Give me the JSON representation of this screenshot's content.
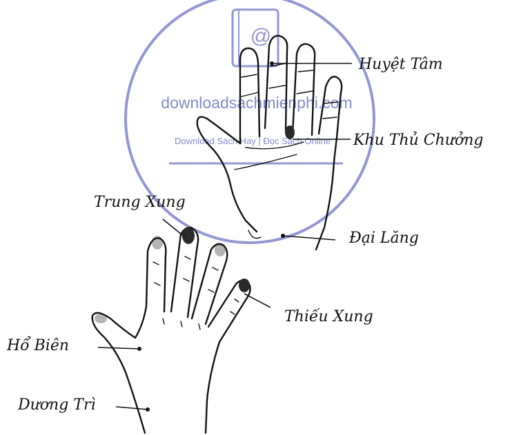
{
  "labels": {
    "huyet_tam": "Huyệt Tâm",
    "khu_thu_chuong": "Khu Thủ Chưởng",
    "trung_xung": "Trung Xung",
    "dai_lang": "Đại Lăng",
    "thieu_xung": "Thiếu Xung",
    "ho_bien": "Hổ Biên",
    "duong_tri": "Dương Trì"
  },
  "watermark": {
    "site": "downloadsachmienphi.com",
    "tagline": "Download Sách Hay | Đọc Sách Online",
    "logo_glyph": "@",
    "color": "#6f75c4"
  }
}
